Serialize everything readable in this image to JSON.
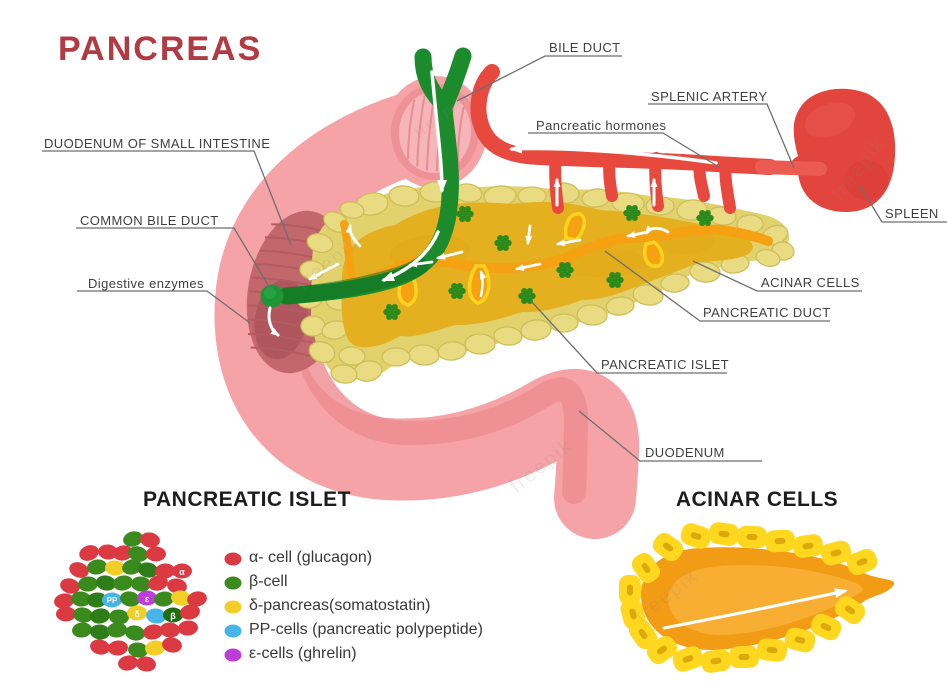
{
  "title": "PANCREAS",
  "watermark_text": "freepik",
  "palette": {
    "title_red": "#B23A42",
    "duodenum_pink": "#F5A3A7",
    "duodenum_shade": "#EE8B91",
    "pancreas_olive": "#E2D26E",
    "pancreas_mustard": "#E5B01F",
    "bile_duct_green": "#1B8B2B",
    "islet_green": "#2B8A1C",
    "artery_red": "#E8493F",
    "duct_orange": "#F5A112",
    "acinar_yellow": "#FFD71E",
    "label_gray": "#3F3F3F",
    "line_gray": "#6E6E6E"
  },
  "diagram_labels": {
    "bile_duct": "BILE DUCT",
    "splenic_artery": "SPLENIC ARTERY",
    "pancreatic_hormones": "Pancreatic hormones",
    "spleen": "SPLEEN",
    "duodenum_of_small_intestine": "DUODENUM OF SMALL INTESTINE",
    "common_bile_duct": "COMMON BILE DUCT",
    "digestive_enzymes": "Digestive enzymes",
    "acinar_cells": "ACINAR CELLS",
    "pancreatic_duct": "PANCREATIC DUCT",
    "pancreatic_islet": "PANCREATIC ISLET",
    "duodenum": "DUODENUM"
  },
  "islet_section": {
    "heading": "PANCREATIC ISLET",
    "legend": [
      {
        "label": "α- cell (glucagon)",
        "color": "#DB3A42"
      },
      {
        "label": "β-cell",
        "color": "#3A8A1E"
      },
      {
        "label": "δ-pancreas(somatostatin)",
        "color": "#F2CE27"
      },
      {
        "label": "PP-cells (pancreatic polypeptide)",
        "color": "#48B5E8"
      },
      {
        "label": "ε-cells (ghrelin)",
        "color": "#BD3DD8"
      }
    ],
    "cell_labels": {
      "alpha": "α",
      "beta": "β",
      "delta": "δ",
      "pp": "PP",
      "epsilon": "ε"
    }
  },
  "acinar_section": {
    "heading": "ACINAR CELLS"
  }
}
